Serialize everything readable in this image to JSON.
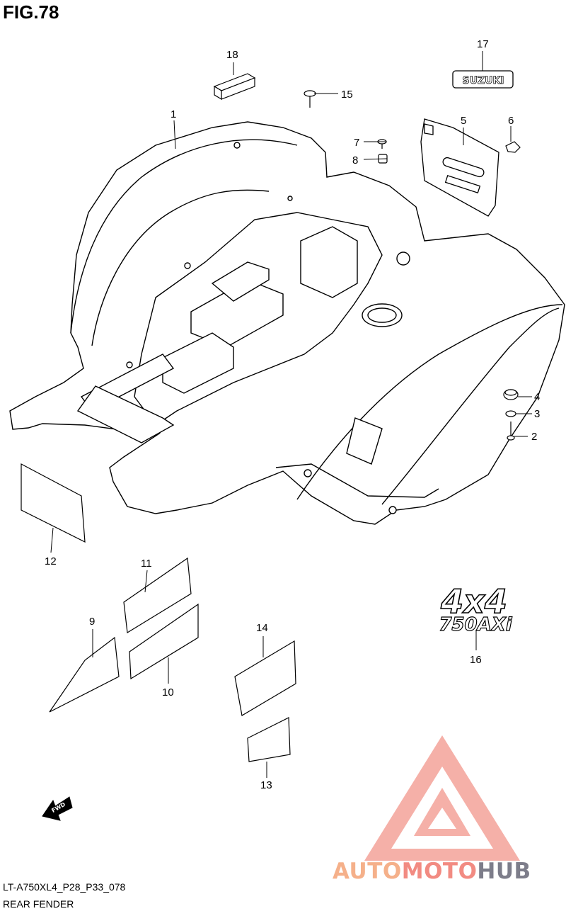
{
  "figure": {
    "title": "FIG.78"
  },
  "callouts": {
    "c1": "1",
    "c2": "2",
    "c3": "3",
    "c4": "4",
    "c5": "5",
    "c6": "6",
    "c7": "7",
    "c8": "8",
    "c9": "9",
    "c10": "10",
    "c11": "11",
    "c12": "12",
    "c13": "13",
    "c14": "14",
    "c15": "15",
    "c16": "16",
    "c17": "17",
    "c18": "18"
  },
  "emblems": {
    "suzuki": "SUZUKI",
    "badge_top": "4x4",
    "badge_bottom": "750AXi",
    "fwd": "FWD"
  },
  "footer": {
    "code": "LT-A750XL4_P28_P33_078",
    "name": "REAR FENDER"
  },
  "watermark": {
    "part_a": "AUTO",
    "part_b": "MOTO",
    "part_c": "HUB",
    "color_a": "#f5b08a",
    "color_b": "#f28b82",
    "color_c": "#7d7d8a"
  }
}
